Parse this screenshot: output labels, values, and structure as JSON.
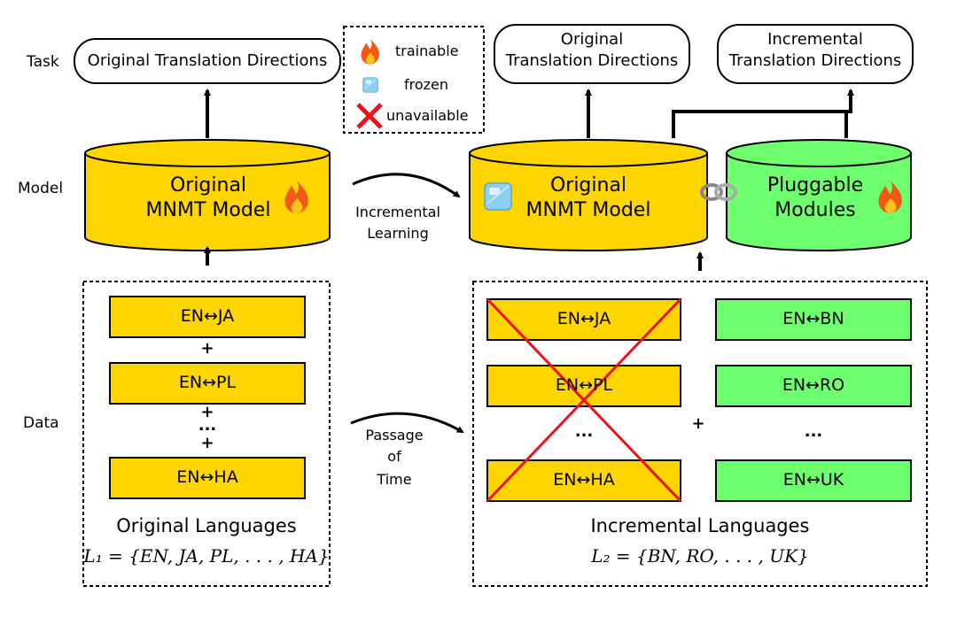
{
  "rows": {
    "task": "Task",
    "model": "Model",
    "data": "Data"
  },
  "legend": {
    "trainable": "trainable",
    "frozen": "frozen",
    "unavailable": "unavailable"
  },
  "tasks": {
    "left": "Original Translation Directions",
    "right_original_1": "Original",
    "right_original_2": "Translation Directions",
    "incremental_1": "Incremental",
    "incremental_2": "Translation Directions"
  },
  "models": {
    "left_1": "Original",
    "left_2": "MNMT Model",
    "right_1": "Original",
    "right_2": "MNMT Model",
    "plug_1": "Pluggable",
    "plug_2": "Modules"
  },
  "middle": {
    "incremental_1": "Incremental",
    "incremental_2": "Learning",
    "passage_1": "Passage",
    "passage_2": "of",
    "passage_3": "Time"
  },
  "original_pairs": [
    "EN↔JA",
    "EN↔PL",
    "EN↔HA"
  ],
  "incremental_pairs": [
    "EN↔BN",
    "EN↔RO",
    "EN↔UK"
  ],
  "operators": {
    "plus": "+",
    "ellipsis": "..."
  },
  "captions": {
    "original": "Original Languages",
    "original_formula": "L₁ = {EN, JA, PL, . . . , HA}",
    "incremental": "Incremental Languages",
    "incremental_formula": "L₂ = {BN, RO, . . . , UK}"
  },
  "colors": {
    "yellow": "#FFD500",
    "green": "#6EFF6E",
    "cross": "#E8141C",
    "ice": "#8CCFF0",
    "flame": "#F05A14"
  },
  "icons": {
    "trainable": "flame-icon",
    "frozen": "ice-cube-icon",
    "unavailable": "cross-icon",
    "link": "chain-link-icon"
  }
}
